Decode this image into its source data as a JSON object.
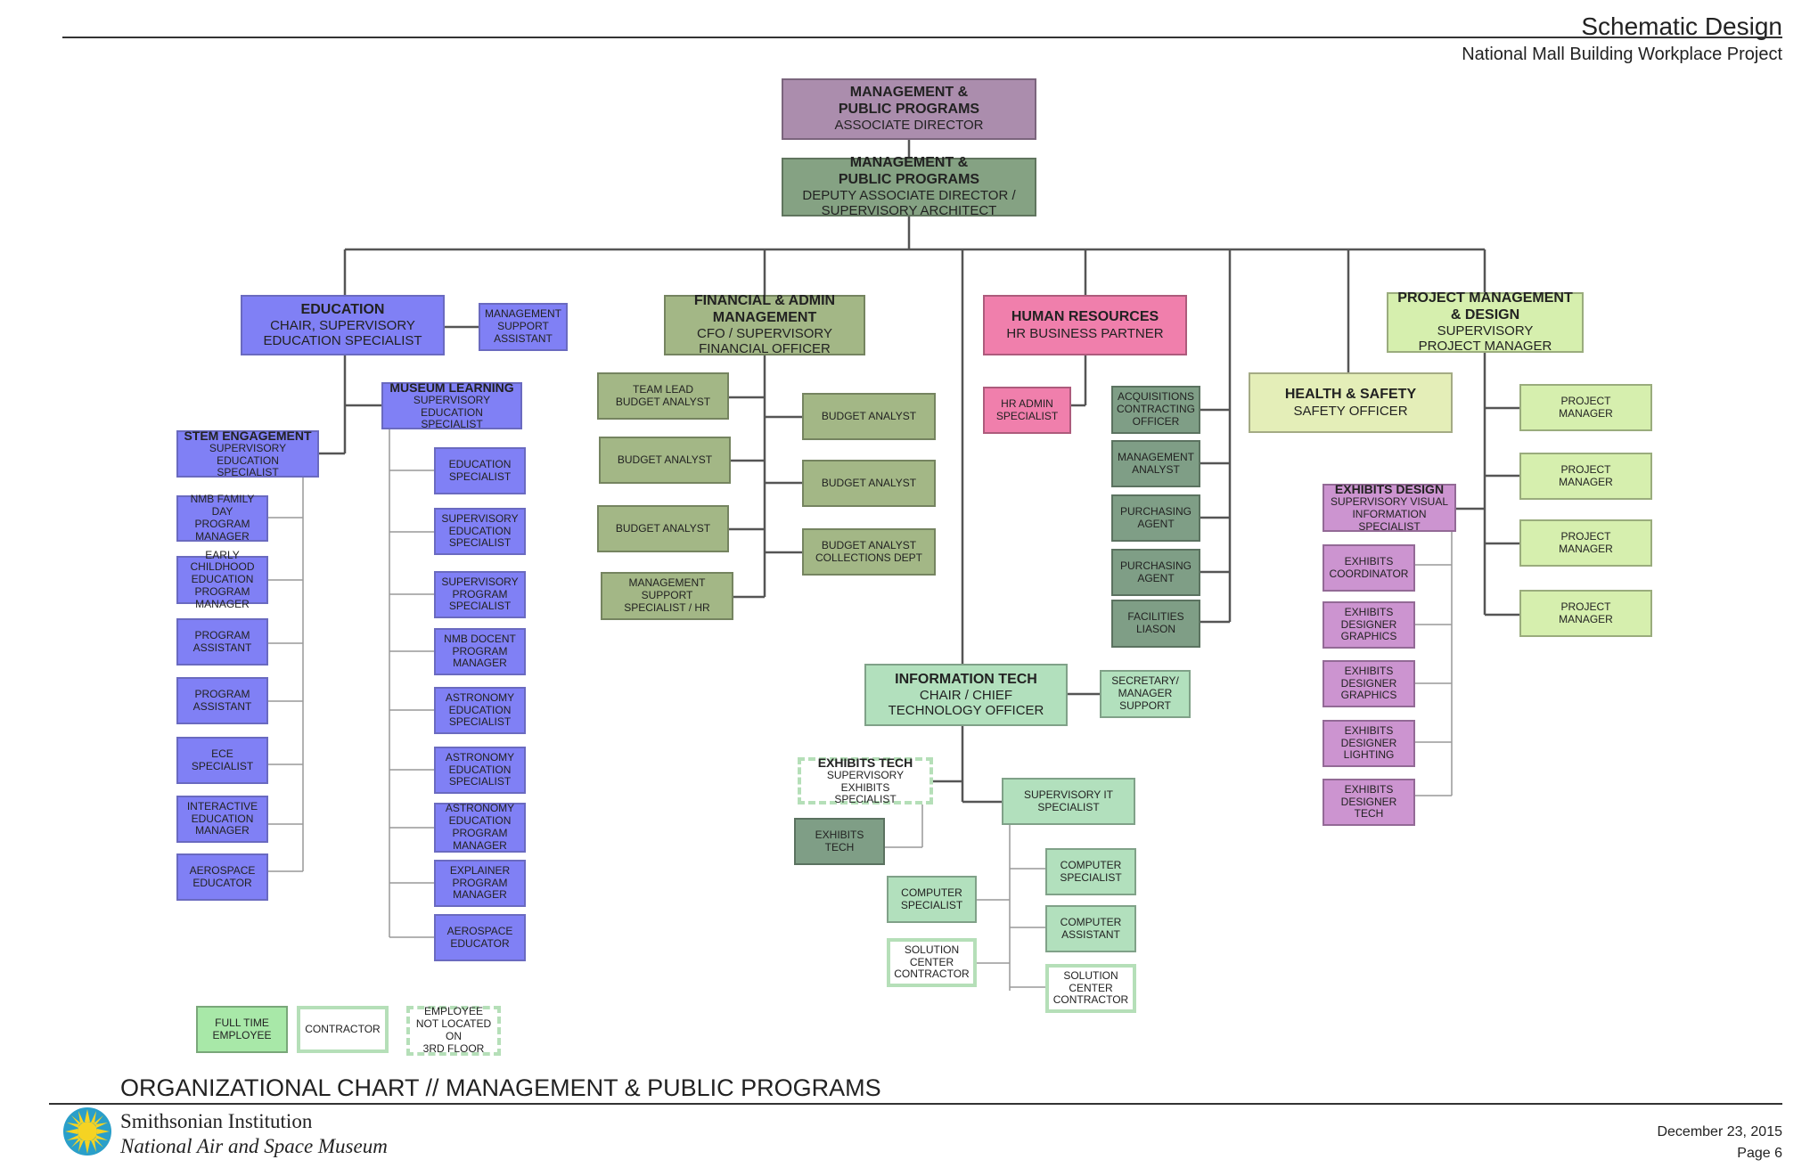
{
  "header": {
    "title": "Schematic Design",
    "subtitle": "National Mall Building Workplace Project"
  },
  "footer": {
    "chart_title": "ORGANIZATIONAL CHART // MANAGEMENT & PUBLIC PROGRAMS",
    "institution": "Smithsonian Institution",
    "museum": "National Air and Space Museum",
    "date": "December 23, 2015",
    "page": "Page 6",
    "logo_icon": "smithsonian-sun-icon"
  },
  "boxes": [
    {
      "id": "assoc-director",
      "t": "MANAGEMENT &\nPUBLIC PROGRAMS",
      "s": "ASSOCIATE DIRECTOR",
      "style": "mauve",
      "size": "big"
    },
    {
      "id": "deputy",
      "t": "MANAGEMENT &\nPUBLIC PROGRAMS",
      "s": "DEPUTY ASSOCIATE DIRECTOR /\nSUPERVISORY ARCHITECT",
      "style": "dkgreen",
      "size": "big"
    },
    {
      "id": "education",
      "t": "EDUCATION",
      "s": "CHAIR, SUPERVISORY\nEDUCATION SPECIALIST",
      "style": "blue",
      "size": "big"
    },
    {
      "id": "mgmt-support",
      "t": "",
      "s": "MANAGEMENT\nSUPPORT\nASSISTANT",
      "style": "blue",
      "size": "sm"
    },
    {
      "id": "museum-learning",
      "t": "MUSEUM LEARNING",
      "s": "SUPERVISORY EDUCATION\nSPECIALIST",
      "style": "blue",
      "size": "sm"
    },
    {
      "id": "stem",
      "t": "STEM ENGAGEMENT",
      "s": "SUPERVISORY EDUCATION\nSPECIALIST",
      "style": "blue",
      "size": "sm"
    },
    {
      "id": "stem-1",
      "t": "",
      "s": "NMB FAMILY DAY\nPROGRAM\nMANAGER",
      "style": "blue",
      "size": "sm"
    },
    {
      "id": "stem-2",
      "t": "",
      "s": "EARLY CHILDHOOD\nEDUCATION\nPROGRAM\nMANAGER",
      "style": "blue",
      "size": "sm"
    },
    {
      "id": "stem-3",
      "t": "",
      "s": "PROGRAM\nASSISTANT",
      "style": "blue",
      "size": "sm"
    },
    {
      "id": "stem-4",
      "t": "",
      "s": "PROGRAM\nASSISTANT",
      "style": "blue",
      "size": "sm"
    },
    {
      "id": "stem-5",
      "t": "",
      "s": "ECE\nSPECIALIST",
      "style": "blue",
      "size": "sm"
    },
    {
      "id": "stem-6",
      "t": "",
      "s": "INTERACTIVE\nEDUCATION\nMANAGER",
      "style": "blue",
      "size": "sm"
    },
    {
      "id": "stem-7",
      "t": "",
      "s": "AEROSPACE\nEDUCATOR",
      "style": "blue",
      "size": "sm"
    },
    {
      "id": "ml-1",
      "t": "",
      "s": "EDUCATION\nSPECIALIST",
      "style": "blue",
      "size": "sm"
    },
    {
      "id": "ml-2",
      "t": "",
      "s": "SUPERVISORY\nEDUCATION\nSPECIALIST",
      "style": "blue",
      "size": "sm"
    },
    {
      "id": "ml-3",
      "t": "",
      "s": "SUPERVISORY\nPROGRAM\nSPECIALIST",
      "style": "blue",
      "size": "sm"
    },
    {
      "id": "ml-4",
      "t": "",
      "s": "NMB DOCENT\nPROGRAM\nMANAGER",
      "style": "blue",
      "size": "sm"
    },
    {
      "id": "ml-5",
      "t": "",
      "s": "ASTRONOMY\nEDUCATION\nSPECIALIST",
      "style": "blue",
      "size": "sm"
    },
    {
      "id": "ml-6",
      "t": "",
      "s": "ASTRONOMY\nEDUCATION\nSPECIALIST",
      "style": "blue",
      "size": "sm"
    },
    {
      "id": "ml-7",
      "t": "",
      "s": "ASTRONOMY\nEDUCATION\nPROGRAM\nMANAGER",
      "style": "blue",
      "size": "sm"
    },
    {
      "id": "ml-8",
      "t": "",
      "s": "EXPLAINER\nPROGRAM\nMANAGER",
      "style": "blue",
      "size": "sm"
    },
    {
      "id": "ml-9",
      "t": "",
      "s": "AEROSPACE\nEDUCATOR",
      "style": "blue",
      "size": "sm"
    },
    {
      "id": "finance",
      "t": "FINANCIAL & ADMIN\nMANAGEMENT",
      "s": "CFO / SUPERVISORY\nFINANCIAL OFFICER",
      "style": "olive",
      "size": "big"
    },
    {
      "id": "fin-l1",
      "t": "",
      "s": "TEAM LEAD\nBUDGET ANALYST",
      "style": "olive",
      "size": "sm"
    },
    {
      "id": "fin-l2",
      "t": "",
      "s": "BUDGET ANALYST",
      "style": "olive",
      "size": "sm"
    },
    {
      "id": "fin-l3",
      "t": "",
      "s": "BUDGET ANALYST",
      "style": "olive",
      "size": "sm"
    },
    {
      "id": "fin-l4",
      "t": "",
      "s": "MANAGEMENT SUPPORT\nSPECIALIST / HR",
      "style": "olive",
      "size": "sm"
    },
    {
      "id": "fin-r1",
      "t": "",
      "s": "BUDGET ANALYST",
      "style": "olive",
      "size": "sm"
    },
    {
      "id": "fin-r2",
      "t": "",
      "s": "BUDGET ANALYST",
      "style": "olive",
      "size": "sm"
    },
    {
      "id": "fin-r3",
      "t": "",
      "s": "BUDGET ANALYST\nCOLLECTIONS DEPT",
      "style": "olive",
      "size": "sm"
    },
    {
      "id": "hr",
      "t": "HUMAN RESOURCES",
      "s": "HR BUSINESS PARTNER",
      "style": "pink",
      "size": "big"
    },
    {
      "id": "hr-admin",
      "t": "",
      "s": "HR ADMIN\nSPECIALIST",
      "style": "pink",
      "size": "sm"
    },
    {
      "id": "acq-1",
      "t": "",
      "s": "ACQUISITIONS\nCONTRACTING\nOFFICER",
      "style": "darkg",
      "size": "sm"
    },
    {
      "id": "acq-2",
      "t": "",
      "s": "MANAGEMENT\nANALYST",
      "style": "darkg",
      "size": "sm"
    },
    {
      "id": "acq-3",
      "t": "",
      "s": "PURCHASING\nAGENT",
      "style": "darkg",
      "size": "sm"
    },
    {
      "id": "acq-4",
      "t": "",
      "s": "PURCHASING\nAGENT",
      "style": "darkg",
      "size": "sm"
    },
    {
      "id": "acq-5",
      "t": "",
      "s": "FACILITIES\nLIASON",
      "style": "darkg",
      "size": "sm"
    },
    {
      "id": "health",
      "t": "HEALTH & SAFETY",
      "s": "SAFETY OFFICER",
      "style": "yellow",
      "size": "big"
    },
    {
      "id": "pm",
      "t": "PROJECT MANAGEMENT\n& DESIGN",
      "s": "SUPERVISORY\nPROJECT MANAGER",
      "style": "lime",
      "size": "big"
    },
    {
      "id": "pm-1",
      "t": "",
      "s": "PROJECT\nMANAGER",
      "style": "lime",
      "size": "sm"
    },
    {
      "id": "pm-2",
      "t": "",
      "s": "PROJECT\nMANAGER",
      "style": "lime",
      "size": "sm"
    },
    {
      "id": "pm-3",
      "t": "",
      "s": "PROJECT\nMANAGER",
      "style": "lime",
      "size": "sm"
    },
    {
      "id": "pm-4",
      "t": "",
      "s": "PROJECT\nMANAGER",
      "style": "lime",
      "size": "sm"
    },
    {
      "id": "exd",
      "t": "EXHIBITS DESIGN",
      "s": "SUPERVISORY VISUAL\nINFORMATION SPECIALIST",
      "style": "magenta",
      "size": "sm"
    },
    {
      "id": "exd-1",
      "t": "",
      "s": "EXHIBITS\nCOORDINATOR",
      "style": "magenta",
      "size": "sm"
    },
    {
      "id": "exd-2",
      "t": "",
      "s": "EXHIBITS\nDESIGNER\nGRAPHICS",
      "style": "magenta",
      "size": "sm"
    },
    {
      "id": "exd-3",
      "t": "",
      "s": "EXHIBITS\nDESIGNER\nGRAPHICS",
      "style": "magenta",
      "size": "sm"
    },
    {
      "id": "exd-4",
      "t": "",
      "s": "EXHIBITS\nDESIGNER\nLIGHTING",
      "style": "magenta",
      "size": "sm"
    },
    {
      "id": "exd-5",
      "t": "",
      "s": "EXHIBITS\nDESIGNER\nTECH",
      "style": "magenta",
      "size": "sm"
    },
    {
      "id": "it",
      "t": "INFORMATION TECH",
      "s": "CHAIR / CHIEF\nTECHNOLOGY OFFICER",
      "style": "mint",
      "size": "big"
    },
    {
      "id": "it-sec",
      "t": "",
      "s": "SECRETARY/\nMANAGER\nSUPPORT",
      "style": "mint",
      "size": "sm"
    },
    {
      "id": "ext",
      "t": "EXHIBITS TECH",
      "s": "SUPERVISORY EXHIBITS\nSPECIALIST",
      "style": "dashed",
      "size": "sm"
    },
    {
      "id": "ext-1",
      "t": "",
      "s": "EXHIBITS\nTECH",
      "style": "darkg",
      "size": "sm"
    },
    {
      "id": "sit",
      "t": "",
      "s": "SUPERVISORY IT\nSPECIALIST",
      "style": "mint",
      "size": "sm"
    },
    {
      "id": "sit-l1",
      "t": "",
      "s": "COMPUTER\nSPECIALIST",
      "style": "mint",
      "size": "sm"
    },
    {
      "id": "sit-l2",
      "t": "",
      "s": "SOLUTION\nCENTER\nCONTRACTOR",
      "style": "contract",
      "size": "sm"
    },
    {
      "id": "sit-r1",
      "t": "",
      "s": "COMPUTER\nSPECIALIST",
      "style": "mint",
      "size": "sm"
    },
    {
      "id": "sit-r2",
      "t": "",
      "s": "COMPUTER\nASSISTANT",
      "style": "mint",
      "size": "sm"
    },
    {
      "id": "sit-r3",
      "t": "",
      "s": "SOLUTION\nCENTER\nCONTRACTOR",
      "style": "contract",
      "size": "sm"
    },
    {
      "id": "legend-ft",
      "t": "",
      "s": "FULL TIME\nEMPLOYEE",
      "style": "legend-ft",
      "size": "sm"
    },
    {
      "id": "legend-con",
      "t": "",
      "s": "CONTRACTOR",
      "style": "contract",
      "size": "sm"
    },
    {
      "id": "legend-emp",
      "t": "",
      "s": "EMPLOYEE\nNOT LOCATED ON\n3RD FLOOR",
      "style": "dashed",
      "size": "sm"
    }
  ]
}
